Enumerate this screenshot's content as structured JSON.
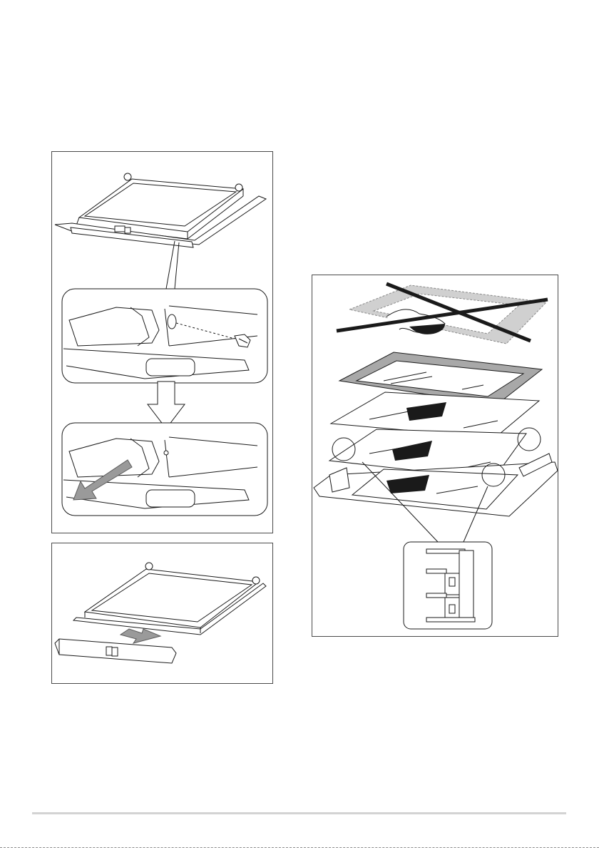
{
  "page": {
    "background": "#ffffff",
    "rule_color": "#d3d3d3",
    "line_color": "#1a1a1a"
  },
  "figures": [
    {
      "name": "door-trim-removal",
      "icons": [
        "oven-door-icon",
        "screw-icon",
        "arrow-down-icon",
        "pull-out-arrow-icon"
      ]
    },
    {
      "name": "door-trim-detached",
      "icons": [
        "oven-door-icon",
        "door-trim-icon",
        "slide-arrow-icon"
      ]
    },
    {
      "name": "glass-panel-removal",
      "icons": [
        "crossed-out-panel-icon",
        "glass-panel-icon",
        "arrow-icon",
        "clip-detail-icon"
      ]
    }
  ]
}
